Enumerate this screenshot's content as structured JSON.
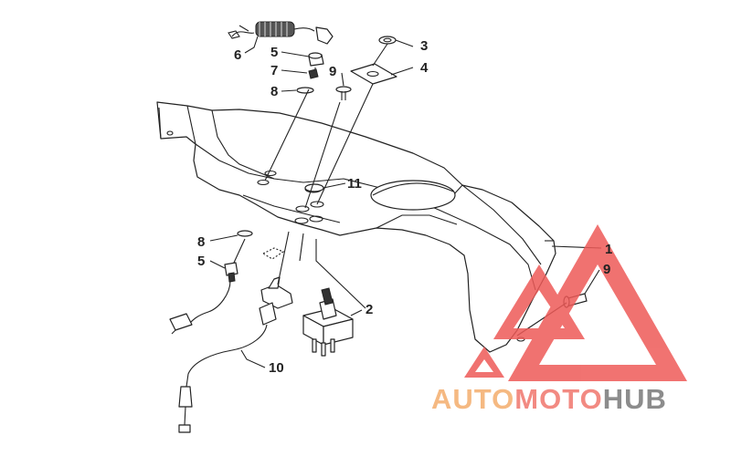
{
  "diagram": {
    "callouts": [
      {
        "id": "c1",
        "label": "1"
      },
      {
        "id": "c2",
        "label": "2"
      },
      {
        "id": "c3",
        "label": "3"
      },
      {
        "id": "c4",
        "label": "4"
      },
      {
        "id": "c5a",
        "label": "5"
      },
      {
        "id": "c5b",
        "label": "5"
      },
      {
        "id": "c6",
        "label": "6"
      },
      {
        "id": "c7",
        "label": "7"
      },
      {
        "id": "c8a",
        "label": "8"
      },
      {
        "id": "c8b",
        "label": "8"
      },
      {
        "id": "c9a",
        "label": "9"
      },
      {
        "id": "c9b",
        "label": "9"
      },
      {
        "id": "c10",
        "label": "10"
      },
      {
        "id": "c11",
        "label": "11"
      }
    ]
  },
  "watermark": {
    "part_auto": "AUTO",
    "part_moto": "MOTO",
    "part_hub": "HUB",
    "colors": {
      "auto": "#f5b982",
      "moto": "#f28a82",
      "hub": "#8c8c8c",
      "triangle": "#ee5a58"
    }
  }
}
